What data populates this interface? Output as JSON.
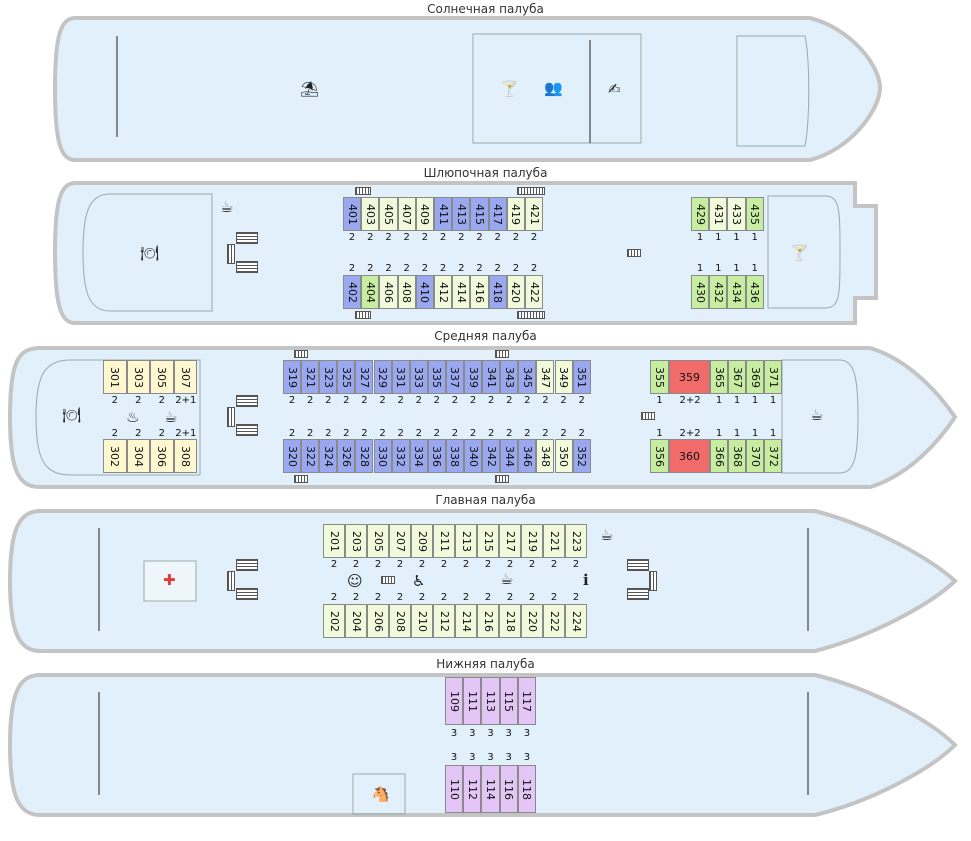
{
  "colors": {
    "hull": "#e1f0fa",
    "hull_stroke": "#c4c4c4",
    "blue": "#9aa8ef",
    "light": "#f1fbdb",
    "green": "#c6eda0",
    "yellow": "#fef7cf",
    "red": "#f26b6b",
    "violet": "#e3c6f5"
  },
  "decks": {
    "sun": {
      "title": "Солнечная палуба",
      "icons": [
        "beach-umbrella-icon",
        "cocktail-icon",
        "audience-icon",
        "reading-icon"
      ]
    },
    "boat": {
      "title": "Шлюпочная палуба",
      "top": [
        {
          "n": "401",
          "c": "blue"
        },
        {
          "n": "403",
          "c": "light"
        },
        {
          "n": "405",
          "c": "light"
        },
        {
          "n": "407",
          "c": "light"
        },
        {
          "n": "409",
          "c": "light"
        },
        {
          "n": "411",
          "c": "blue"
        },
        {
          "n": "413",
          "c": "blue"
        },
        {
          "n": "415",
          "c": "blue"
        },
        {
          "n": "417",
          "c": "blue"
        },
        {
          "n": "419",
          "c": "light"
        },
        {
          "n": "421",
          "c": "light"
        }
      ],
      "bottom": [
        {
          "n": "402",
          "c": "blue"
        },
        {
          "n": "404",
          "c": "green"
        },
        {
          "n": "406",
          "c": "light"
        },
        {
          "n": "408",
          "c": "light"
        },
        {
          "n": "410",
          "c": "blue"
        },
        {
          "n": "412",
          "c": "light"
        },
        {
          "n": "414",
          "c": "light"
        },
        {
          "n": "416",
          "c": "light"
        },
        {
          "n": "418",
          "c": "blue"
        },
        {
          "n": "420",
          "c": "light"
        },
        {
          "n": "422",
          "c": "light"
        }
      ],
      "top_berths": [
        "2",
        "2",
        "2",
        "2",
        "2",
        "2",
        "2",
        "2",
        "2",
        "2",
        "2"
      ],
      "bottom_berths": [
        "2",
        "2",
        "2",
        "2",
        "2",
        "2",
        "2",
        "2",
        "2",
        "2",
        "2"
      ],
      "stern_top": [
        {
          "n": "429",
          "c": "green"
        },
        {
          "n": "431",
          "c": "light"
        },
        {
          "n": "433",
          "c": "light"
        },
        {
          "n": "435",
          "c": "green"
        }
      ],
      "stern_bottom": [
        {
          "n": "430",
          "c": "green"
        },
        {
          "n": "432",
          "c": "green"
        },
        {
          "n": "434",
          "c": "green"
        },
        {
          "n": "436",
          "c": "green"
        }
      ],
      "stern_berths": [
        "1",
        "1",
        "1",
        "1"
      ]
    },
    "middle": {
      "title": "Средняя палуба",
      "bow_top": [
        {
          "n": "301",
          "c": "yellow"
        },
        {
          "n": "303",
          "c": "yellow"
        },
        {
          "n": "305",
          "c": "yellow"
        },
        {
          "n": "307",
          "c": "yellow"
        }
      ],
      "bow_bottom": [
        {
          "n": "302",
          "c": "yellow"
        },
        {
          "n": "304",
          "c": "yellow"
        },
        {
          "n": "306",
          "c": "yellow"
        },
        {
          "n": "308",
          "c": "yellow"
        }
      ],
      "bow_berths": [
        "2",
        "2",
        "2",
        "2+1"
      ],
      "top": [
        {
          "n": "319",
          "c": "blue"
        },
        {
          "n": "321",
          "c": "blue"
        },
        {
          "n": "323",
          "c": "blue"
        },
        {
          "n": "325",
          "c": "blue"
        },
        {
          "n": "327",
          "c": "blue"
        },
        {
          "n": "329",
          "c": "blue"
        },
        {
          "n": "331",
          "c": "blue"
        },
        {
          "n": "333",
          "c": "blue"
        },
        {
          "n": "335",
          "c": "blue"
        },
        {
          "n": "337",
          "c": "blue"
        },
        {
          "n": "339",
          "c": "blue"
        },
        {
          "n": "341",
          "c": "blue"
        },
        {
          "n": "343",
          "c": "blue"
        },
        {
          "n": "345",
          "c": "blue"
        },
        {
          "n": "347",
          "c": "light"
        },
        {
          "n": "349",
          "c": "light"
        },
        {
          "n": "351",
          "c": "blue"
        }
      ],
      "bottom": [
        {
          "n": "320",
          "c": "blue"
        },
        {
          "n": "322",
          "c": "blue"
        },
        {
          "n": "324",
          "c": "blue"
        },
        {
          "n": "326",
          "c": "blue"
        },
        {
          "n": "328",
          "c": "blue"
        },
        {
          "n": "330",
          "c": "blue"
        },
        {
          "n": "332",
          "c": "blue"
        },
        {
          "n": "334",
          "c": "blue"
        },
        {
          "n": "336",
          "c": "blue"
        },
        {
          "n": "338",
          "c": "blue"
        },
        {
          "n": "340",
          "c": "blue"
        },
        {
          "n": "342",
          "c": "blue"
        },
        {
          "n": "344",
          "c": "blue"
        },
        {
          "n": "346",
          "c": "blue"
        },
        {
          "n": "348",
          "c": "light"
        },
        {
          "n": "350",
          "c": "light"
        },
        {
          "n": "352",
          "c": "blue"
        }
      ],
      "mid_berths": [
        "2",
        "2",
        "2",
        "2",
        "2",
        "2",
        "2",
        "2",
        "2",
        "2",
        "2",
        "2",
        "2",
        "2",
        "2",
        "2",
        "2"
      ],
      "aft_top": [
        {
          "n": "355",
          "c": "green"
        },
        {
          "n": "359",
          "c": "red"
        },
        {
          "n": "365",
          "c": "green"
        },
        {
          "n": "367",
          "c": "green"
        },
        {
          "n": "369",
          "c": "green"
        },
        {
          "n": "371",
          "c": "green"
        }
      ],
      "aft_bottom": [
        {
          "n": "356",
          "c": "green"
        },
        {
          "n": "360",
          "c": "red"
        },
        {
          "n": "366",
          "c": "green"
        },
        {
          "n": "368",
          "c": "green"
        },
        {
          "n": "370",
          "c": "green"
        },
        {
          "n": "372",
          "c": "green"
        }
      ],
      "aft_berths": [
        "1",
        "2+2",
        "1",
        "1",
        "1",
        "1"
      ]
    },
    "main": {
      "title": "Главная палуба",
      "top": [
        {
          "n": "201",
          "c": "light"
        },
        {
          "n": "203",
          "c": "light"
        },
        {
          "n": "205",
          "c": "light"
        },
        {
          "n": "207",
          "c": "light"
        },
        {
          "n": "209",
          "c": "light"
        },
        {
          "n": "211",
          "c": "light"
        },
        {
          "n": "213",
          "c": "light"
        },
        {
          "n": "215",
          "c": "light"
        },
        {
          "n": "217",
          "c": "light"
        },
        {
          "n": "219",
          "c": "light"
        },
        {
          "n": "221",
          "c": "light"
        },
        {
          "n": "223",
          "c": "light"
        }
      ],
      "bottom": [
        {
          "n": "202",
          "c": "light"
        },
        {
          "n": "204",
          "c": "light"
        },
        {
          "n": "206",
          "c": "light"
        },
        {
          "n": "208",
          "c": "light"
        },
        {
          "n": "210",
          "c": "light"
        },
        {
          "n": "212",
          "c": "light"
        },
        {
          "n": "214",
          "c": "light"
        },
        {
          "n": "216",
          "c": "light"
        },
        {
          "n": "218",
          "c": "light"
        },
        {
          "n": "220",
          "c": "light"
        },
        {
          "n": "222",
          "c": "light"
        },
        {
          "n": "224",
          "c": "light"
        }
      ],
      "top_berths": [
        "2",
        "2",
        "2",
        "2",
        "2",
        "2",
        "2",
        "2",
        "2",
        "2",
        "2",
        "2"
      ],
      "bottom_berths": [
        "2",
        "2",
        "2",
        "2",
        "2",
        "2",
        "2",
        "2",
        "2",
        "2",
        "2",
        "2"
      ]
    },
    "lower": {
      "title": "Нижняя палуба",
      "top": [
        {
          "n": "109",
          "c": "violet"
        },
        {
          "n": "111",
          "c": "violet"
        },
        {
          "n": "113",
          "c": "violet"
        },
        {
          "n": "115",
          "c": "violet"
        },
        {
          "n": "117",
          "c": "violet"
        }
      ],
      "bottom": [
        {
          "n": "110",
          "c": "violet"
        },
        {
          "n": "112",
          "c": "violet"
        },
        {
          "n": "114",
          "c": "violet"
        },
        {
          "n": "116",
          "c": "violet"
        },
        {
          "n": "118",
          "c": "violet"
        }
      ],
      "berths": [
        "3",
        "3",
        "3",
        "3",
        "3"
      ]
    }
  },
  "icon_glyphs": {
    "restaurant": "🍽",
    "cocktail": "🍸",
    "coffee": "☕",
    "first-aid": "✚",
    "info": "ℹ",
    "rocking-horse": "🐴",
    "umbrella": "⛱",
    "iron": "♨",
    "audience": "👥",
    "reading": "✍",
    "massage": "♿",
    "baby": "☺"
  }
}
